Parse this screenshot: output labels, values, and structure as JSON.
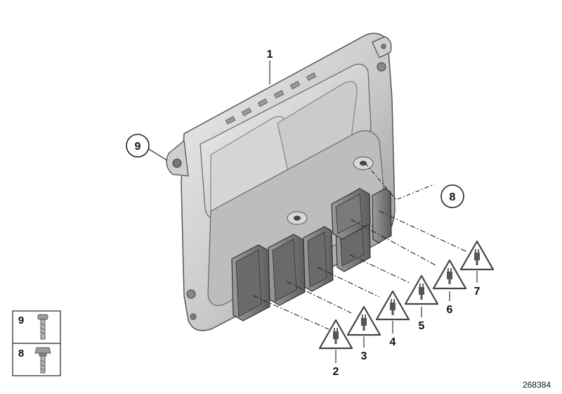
{
  "callouts": {
    "c1": "1",
    "c2": "2",
    "c3": "3",
    "c4": "4",
    "c5": "5",
    "c6": "6",
    "c7": "7",
    "c8": "8",
    "c9": "9"
  },
  "fastener_legend": {
    "row_top": "9",
    "row_bottom": "8"
  },
  "reference_number": "268384",
  "colors": {
    "housing_light": "#e4e4e4",
    "housing_mid": "#b9b9b9",
    "housing_dark": "#6f6f6f",
    "line": "#222222"
  },
  "icons": [
    "plug-warning-icon",
    "screw-icon",
    "bolt-icon"
  ]
}
